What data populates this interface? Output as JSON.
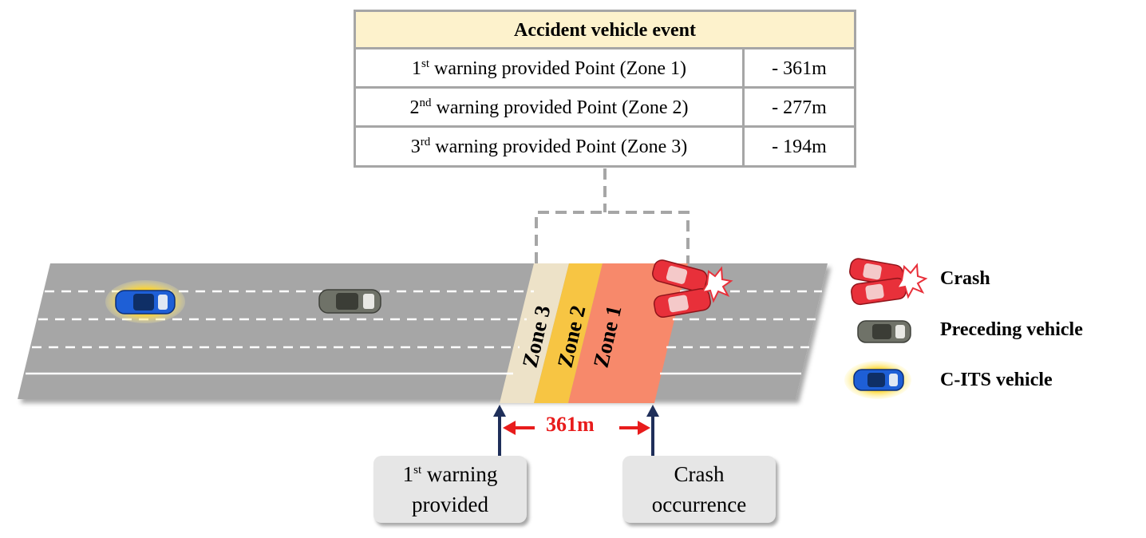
{
  "table": {
    "title": "Accident vehicle event",
    "rows": [
      {
        "ord": "1",
        "sup": "st",
        "label": " warning provided Point (Zone 1)",
        "value": "- 361m"
      },
      {
        "ord": "2",
        "sup": "nd",
        "label": " warning provided Point (Zone 2)",
        "value": "- 277m"
      },
      {
        "ord": "3",
        "sup": "rd",
        "label": " warning provided Point (Zone 3)",
        "value": "- 194m"
      }
    ]
  },
  "zones": [
    "Zone 3",
    "Zone 2",
    "Zone 1"
  ],
  "zone_colors": {
    "zone3": "#ede2c8",
    "zone2": "#f7c543",
    "zone1": "#f7896b"
  },
  "distance_label": "361m",
  "callouts": {
    "first_warning": {
      "ord": "1",
      "sup": "st",
      "line1": " warning",
      "line2": "provided"
    },
    "crash": {
      "line1": "Crash",
      "line2": "occurrence"
    }
  },
  "legend": {
    "crash": "Crash",
    "preceding": "Preceding vehicle",
    "cits": "C-ITS vehicle"
  },
  "colors": {
    "road": "#a6a6a6",
    "arrow_red": "#e81c1c",
    "arrow_navy": "#1f2f5a",
    "cits_blue": "#1e5fd6",
    "crash_red": "#e8303a",
    "preceding_gray": "#6f7268"
  }
}
